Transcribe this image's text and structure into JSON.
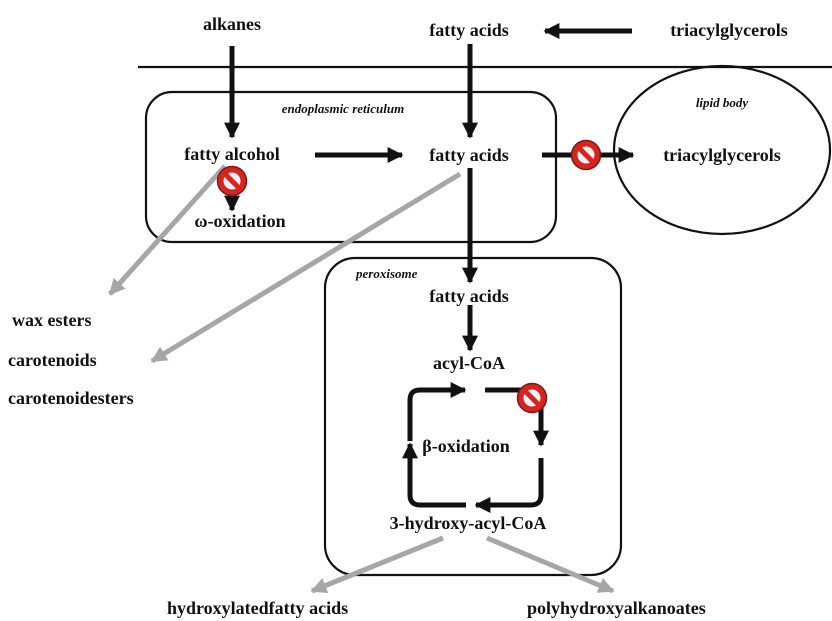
{
  "colors": {
    "pathway_arrow": "#111111",
    "export_arrow": "#a6a6a6",
    "block_sign": "#d8241f"
  },
  "icons": {
    "block": "prohibition-sign-icon"
  },
  "compartments": {
    "er": "endoplasmic reticulum",
    "lipid_body": "lipid body",
    "peroxisome": "peroxisome"
  },
  "nodes": {
    "alkanes": "alkanes",
    "fatty_acids_ext": "fatty acids",
    "tag_ext": "triacylglycerols",
    "fatty_alcohol": "fatty alcohol",
    "fatty_acids_er": "fatty acids",
    "omega_oxidation": "ω-oxidation",
    "tag_lipid_body": "triacylglycerols",
    "fatty_acids_perox": "fatty acids",
    "acyl_coa": "acyl-CoA",
    "beta_oxidation": "β-oxidation",
    "hydroxy_acyl_coa": "3-hydroxy-acyl-CoA",
    "wax_esters": "wax esters",
    "carotenoids": "carotenoids",
    "carotenoidesters": "carotenoidesters",
    "hydroxylated_fatty_acids": "hydroxylatedfatty acids",
    "polyhydroxyalkanoates": "polyhydroxyalkanoates"
  }
}
